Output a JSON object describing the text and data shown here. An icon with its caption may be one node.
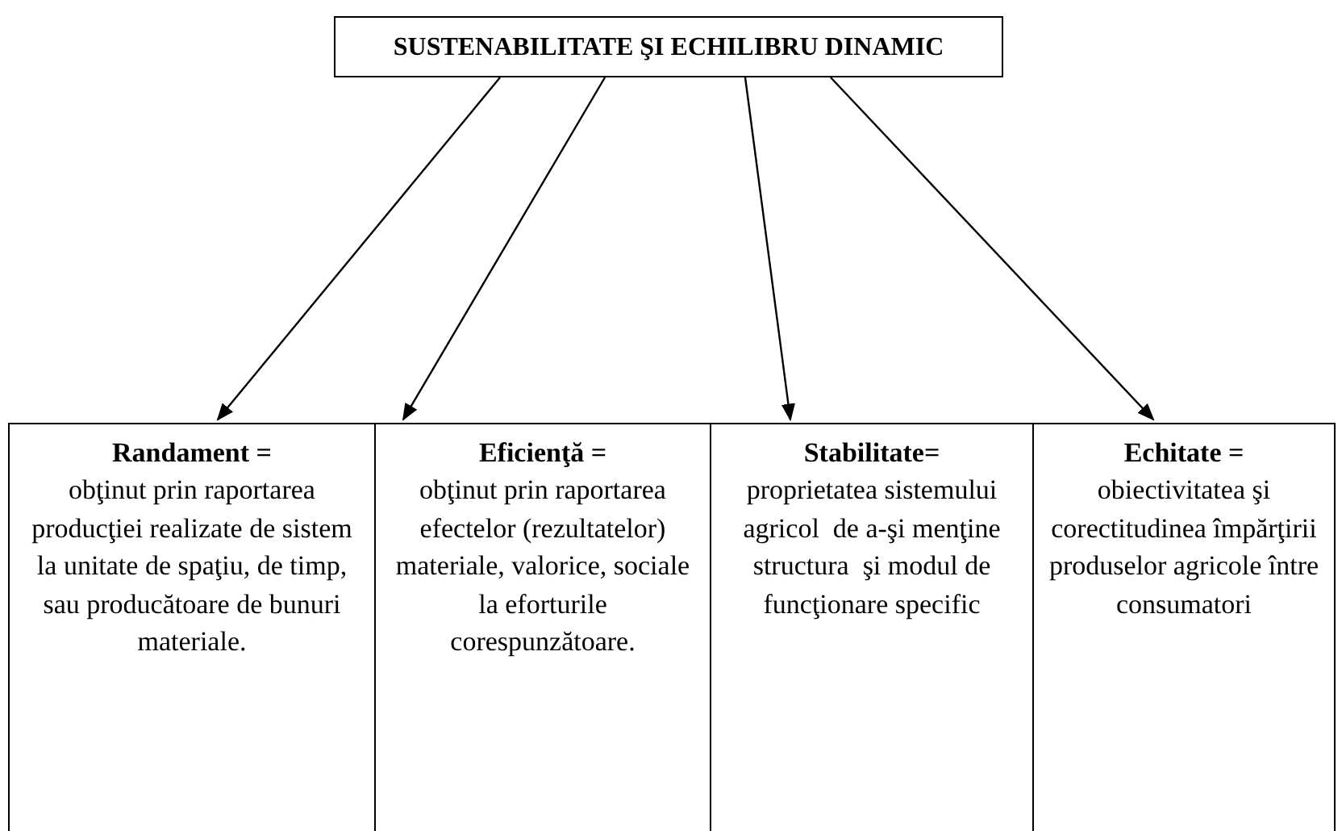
{
  "diagram": {
    "nodes": [
      {
        "text": [
          "SUSTENABILITATE ŞI ECHILIBRU DINAMIC"
        ]
      },
      {
        "text": [
          "Randament =",
          "obţinut prin raportarea producţiei realizate de sistem la unitate de spaţiu, de timp, sau producătoare de bunuri materiale."
        ]
      },
      {
        "text": [
          "Eficienţă =",
          "obţinut prin raportarea efectelor (rezultatelor) materiale, valorice, sociale la eforturile corespunzătoare."
        ]
      },
      {
        "text": [
          "Stabilitate=",
          "proprietatea sistemului agricol  de a-şi menţine structura  şi modul de funcţionare specific"
        ]
      },
      {
        "text": [
          "Echitate =",
          "obiectivitatea şi corectitudinea împărţirii produselor agricole între consumatori"
        ]
      }
    ],
    "edges": [
      {
        "from": 0,
        "to": 1,
        "arrow": "to"
      },
      {
        "from": 0,
        "to": 2,
        "arrow": "to"
      },
      {
        "from": 0,
        "to": 3,
        "arrow": "to"
      },
      {
        "from": 0,
        "to": 4,
        "arrow": "to"
      }
    ]
  }
}
